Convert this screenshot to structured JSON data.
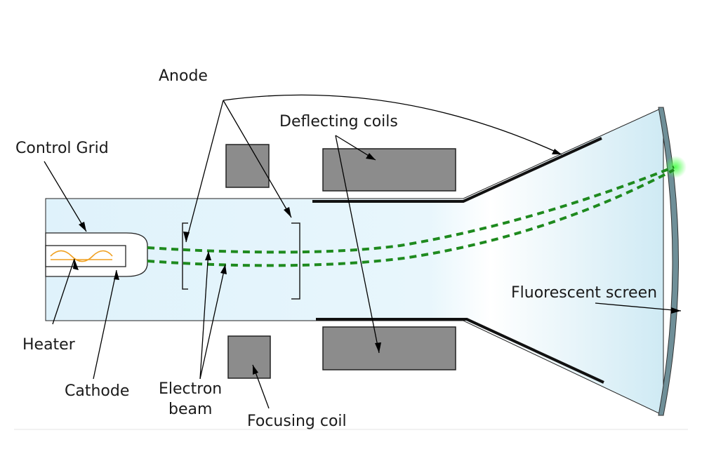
{
  "labels": {
    "anode": "Anode",
    "deflecting_coils": "Deflecting coils",
    "control_grid": "Control Grid",
    "heater": "Heater",
    "cathode": "Cathode",
    "electron_beam_line1": "Electron",
    "electron_beam_line2": "beam",
    "focusing_coil": "Focusing coil",
    "fluorescent_screen": "Fluorescent screen"
  },
  "colors": {
    "tube_glass": "#dff2fb",
    "coil_fill": "#8c8c8c",
    "beam": "#1e8a1e",
    "heater_wire": "#f0a020",
    "screen_edge": "#6f8f98",
    "screen_glow": "#55ff55"
  }
}
